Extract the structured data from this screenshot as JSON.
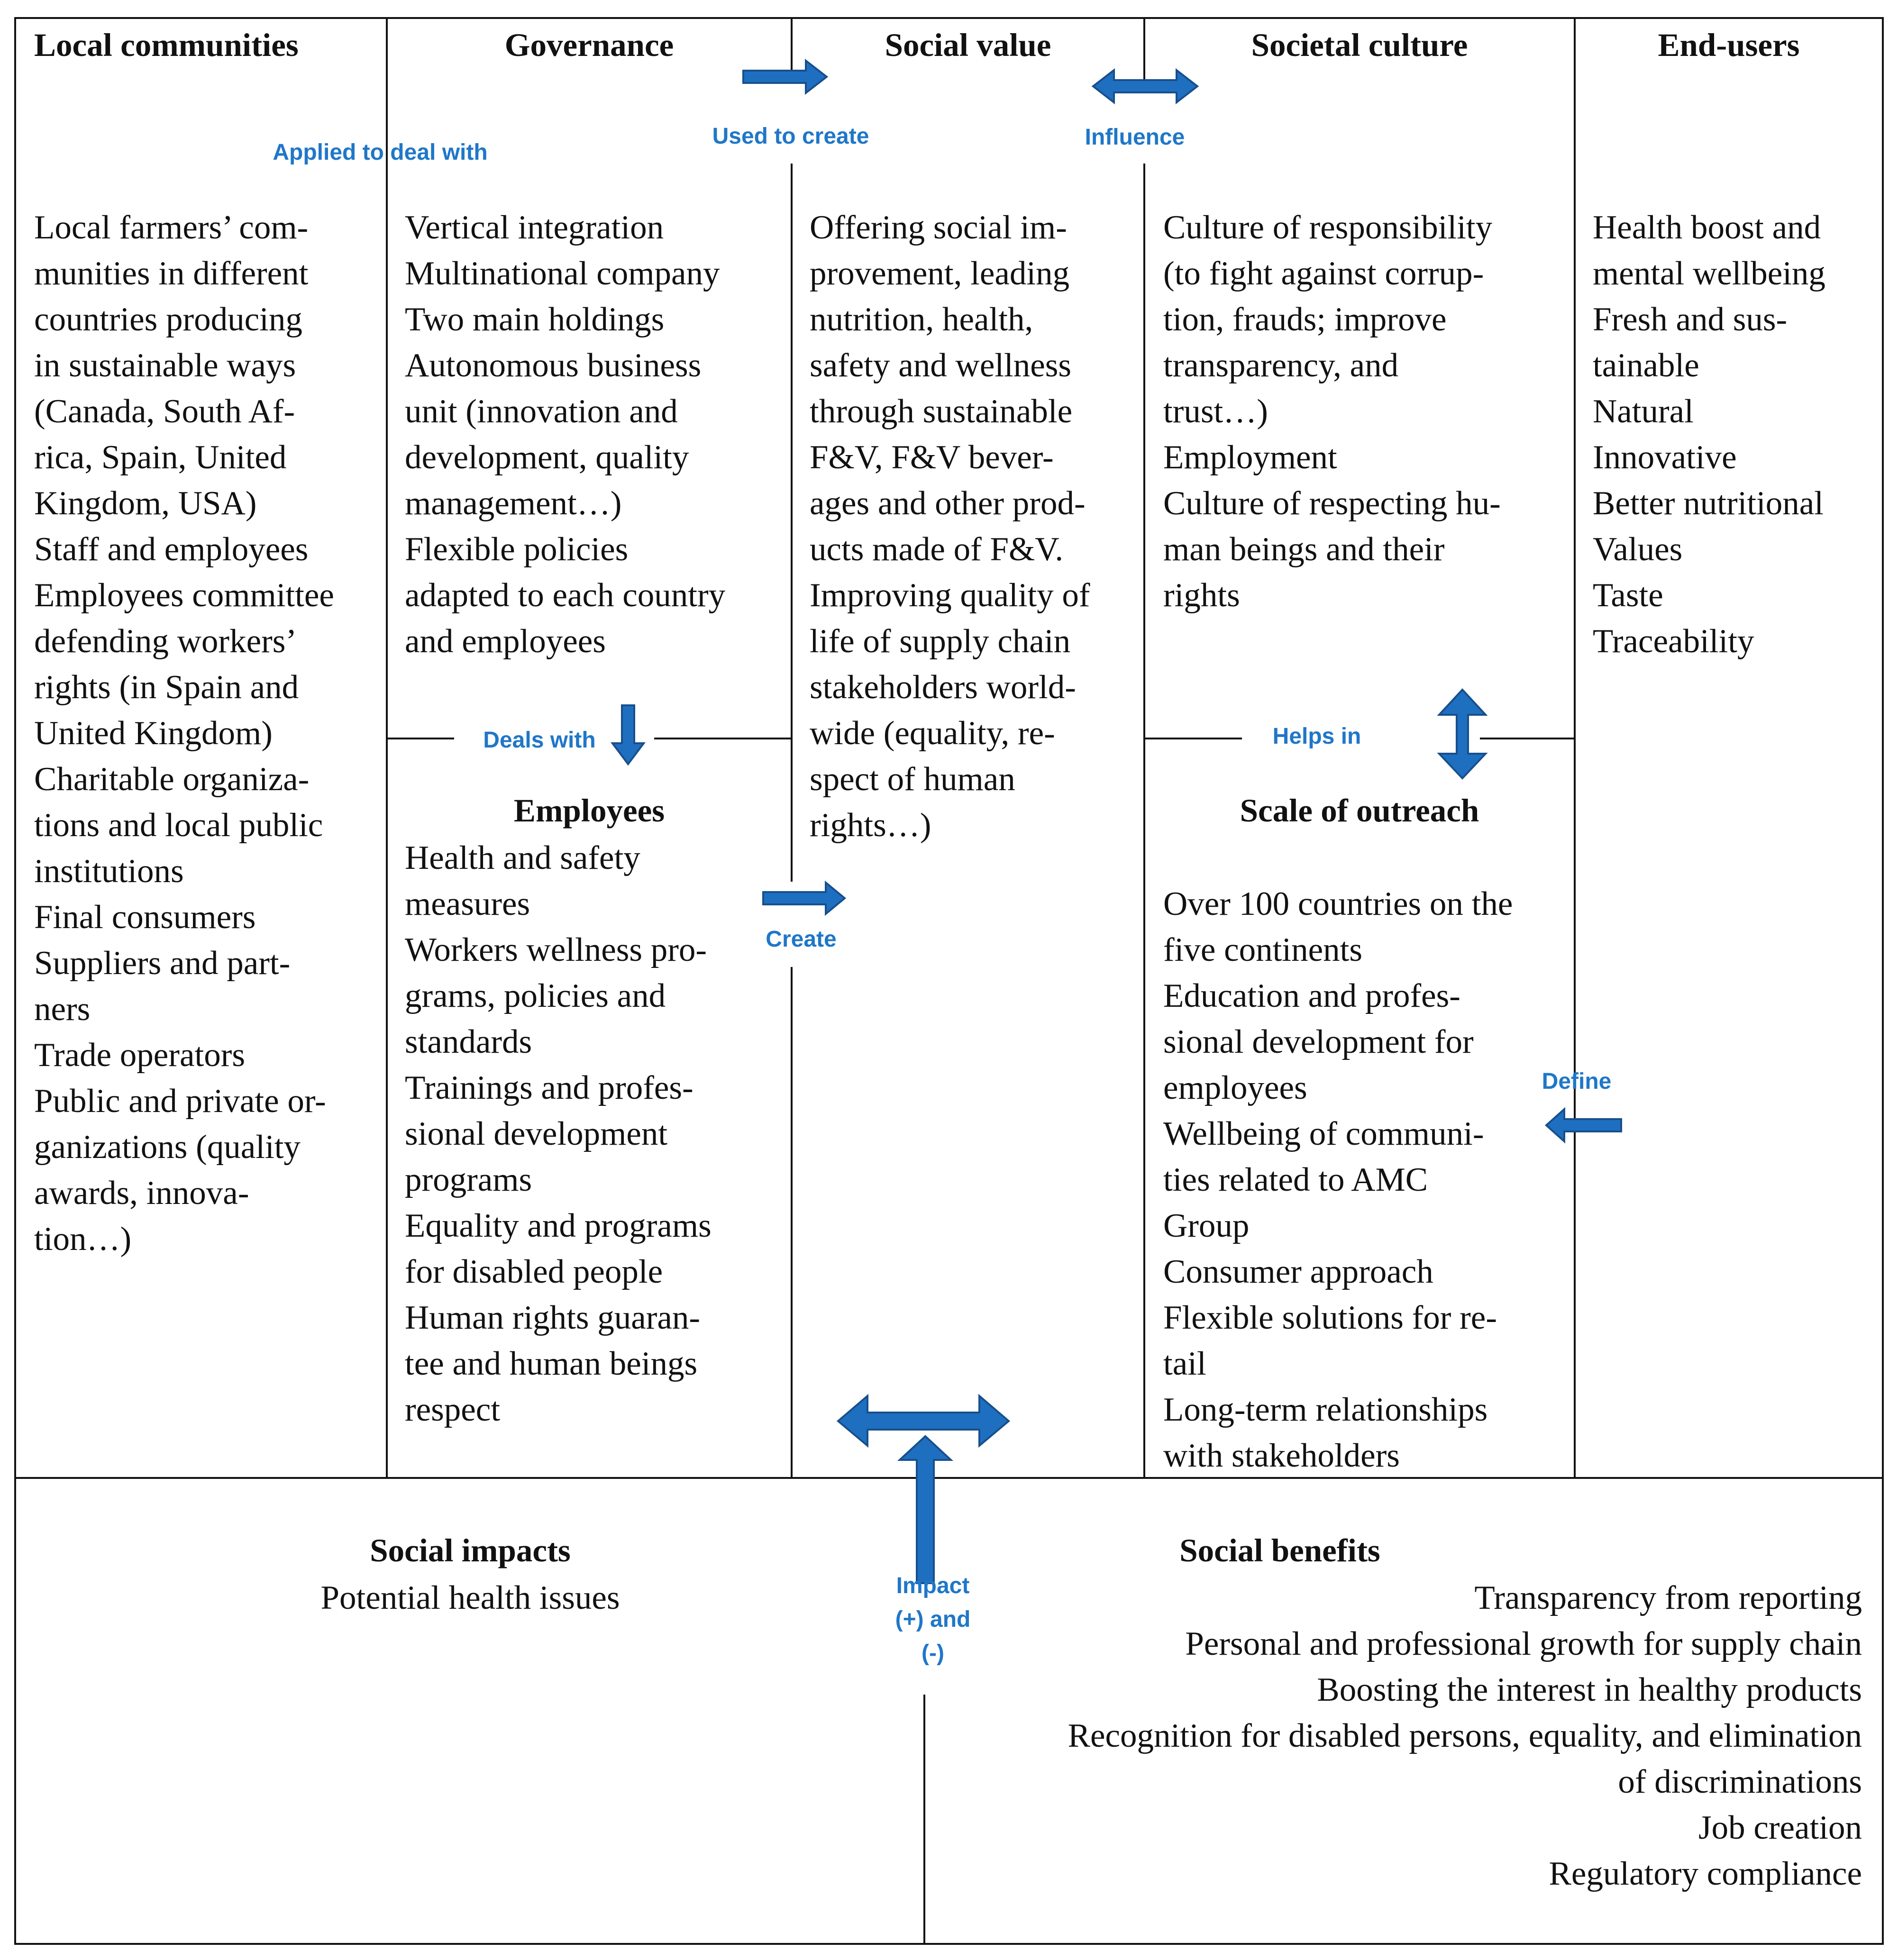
{
  "columns": {
    "local_communities": {
      "title": "Local communities",
      "lines": [
        "Local farmers’ com-",
        "munities in different",
        "countries producing",
        "in sustainable ways",
        "(Canada, South Af-",
        "rica, Spain, United",
        "Kingdom, USA)",
        "Staff and employees",
        "Employees committee",
        "defending workers’",
        "rights (in Spain and",
        "United Kingdom)",
        "Charitable organiza-",
        "tions and local public",
        "institutions",
        "Final consumers",
        "Suppliers and part-",
        "ners",
        "Trade operators",
        "Public and private or-",
        "ganizations (quality",
        "awards, innova-",
        "tion…)"
      ]
    },
    "governance": {
      "title": "Governance",
      "lines": [
        "Vertical integration",
        "Multinational company",
        "Two main holdings",
        "Autonomous business",
        "unit (innovation and",
        "development, quality",
        "management…)",
        "Flexible policies",
        "adapted to each country",
        "and employees"
      ]
    },
    "employees": {
      "title": "Employees",
      "lines": [
        "Health and safety",
        "measures",
        "Workers wellness pro-",
        "grams, policies and",
        "standards",
        "Trainings and profes-",
        "sional development",
        "programs",
        "Equality and programs",
        "for disabled people",
        "Human rights guaran-",
        "tee and human beings",
        "respect"
      ]
    },
    "social_value": {
      "title": "Social value",
      "lines": [
        "Offering social im-",
        "provement, leading",
        "nutrition, health,",
        "safety and wellness",
        "through sustainable",
        "F&V, F&V bever-",
        "ages and other prod-",
        "ucts made of F&V.",
        "Improving quality of",
        "life of supply chain",
        "stakeholders world-",
        "wide (equality, re-",
        "spect of human",
        "rights…)"
      ]
    },
    "societal_culture": {
      "title": "Societal culture",
      "lines": [
        "Culture of responsibility",
        "(to fight against corrup-",
        "tion, frauds; improve",
        "transparency, and",
        "trust…)",
        "Employment",
        "Culture of respecting hu-",
        "man beings and their",
        "rights"
      ]
    },
    "scale_of_outreach": {
      "title": "Scale of outreach",
      "lines": [
        "Over 100 countries on the",
        "five continents",
        "Education and profes-",
        "sional development for",
        "employees",
        "Wellbeing of communi-",
        "ties related to AMC",
        "Group",
        "Consumer approach",
        "Flexible solutions for re-",
        "tail",
        "Long-term relationships",
        "with stakeholders"
      ]
    },
    "end_users": {
      "title": "End-users",
      "lines": [
        "Health boost and",
        "mental wellbeing",
        "Fresh and sus-",
        "tainable",
        "Natural",
        "Innovative",
        "Better nutritional",
        "Values",
        "Taste",
        "Traceability"
      ]
    }
  },
  "bottom": {
    "social_impacts": {
      "title": "Social impacts",
      "lines": [
        "Potential health issues"
      ]
    },
    "social_benefits": {
      "title": "Social benefits",
      "lines": [
        "Transparency from reporting",
        "Personal and professional growth for supply chain",
        "Boosting the interest in healthy products",
        "Recognition for disabled persons, equality, and elimination",
        "of discriminations",
        "Job creation",
        "Regulatory compliance"
      ]
    }
  },
  "relations": {
    "applied_to_deal_with": "Applied to deal with",
    "used_to_create": "Used to create",
    "influence": "Influence",
    "deals_with": "Deals with",
    "helps_in": "Helps in",
    "create": "Create",
    "define": "Define",
    "impact": [
      "Impact",
      "(+) and",
      "(-)"
    ]
  },
  "colors": {
    "arrow_fill": "#1f6fc0",
    "arrow_stroke": "#174f8c",
    "relation_text": "#1f77c8",
    "line": "#111111"
  }
}
